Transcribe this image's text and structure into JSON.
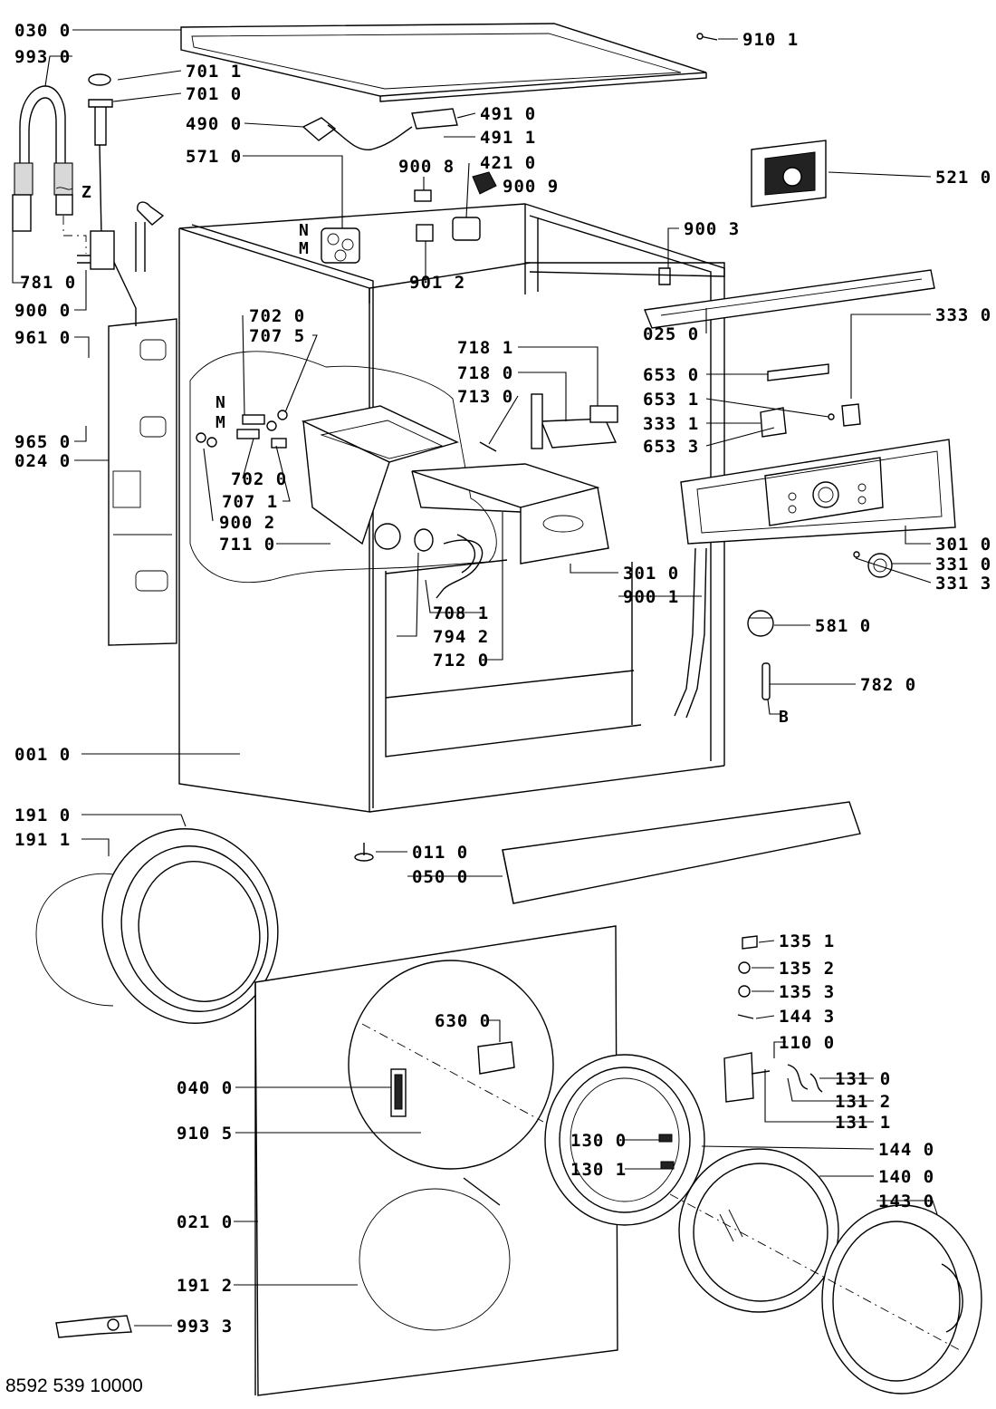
{
  "diagram": {
    "document_number": "8592 539 10000",
    "letters": {
      "n_upper": "N",
      "m_upper": "M",
      "n_lower": "N",
      "m_lower": "M",
      "z": "Z",
      "b": "B"
    },
    "callouts": [
      "030 0",
      "993 0",
      "701 1",
      "701 0",
      "490 0",
      "571 0",
      "910 1",
      "491 0",
      "491 1",
      "421 0",
      "900 8",
      "900 9",
      "521 0",
      "900 3",
      "901 2",
      "781 0",
      "900 0",
      "961 0",
      "965 0",
      "024 0",
      "702 0",
      "707 5",
      "702 0",
      "707 1",
      "900 2",
      "711 0",
      "718 1",
      "718 0",
      "713 0",
      "333 0",
      "025 0",
      "653 0",
      "653 1",
      "333 1",
      "653 3",
      "301 0",
      "331 0",
      "331 3",
      "301 0",
      "900 1",
      "708 1",
      "794 2",
      "712 0",
      "581 0",
      "782 0",
      "001 0",
      "191 0",
      "191 1",
      "011 0",
      "050 0",
      "135 1",
      "135 2",
      "135 3",
      "144 3",
      "110 0",
      "131 0",
      "131 2",
      "131 1",
      "630 0",
      "040 0",
      "910 5",
      "130 0",
      "130 1",
      "144 0",
      "140 0",
      "143 0",
      "021 0",
      "191 2",
      "993 3"
    ]
  }
}
